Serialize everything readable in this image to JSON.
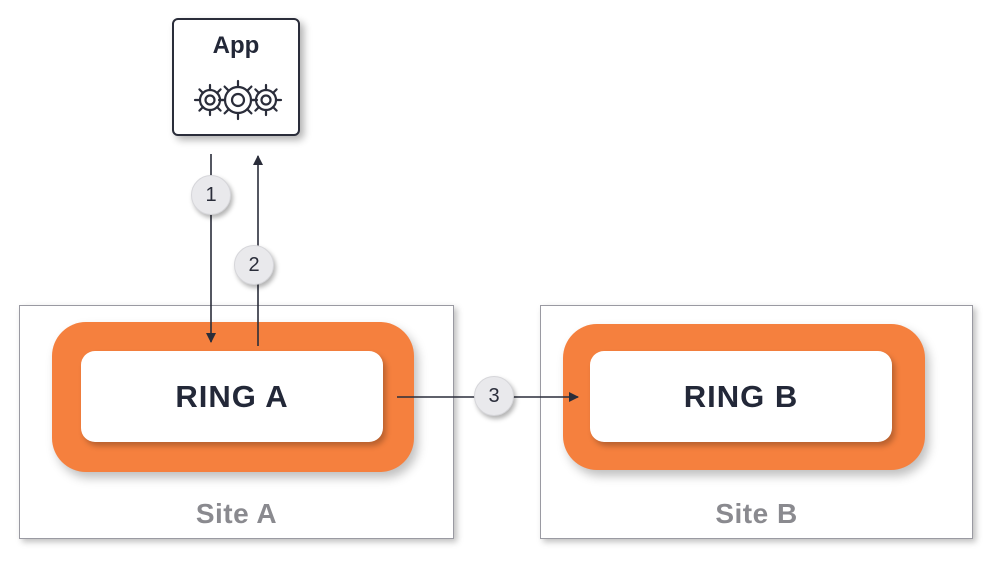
{
  "app": {
    "title": "App",
    "icon": "gears-icon"
  },
  "site_a": {
    "label": "Site A",
    "ring_label": "RING A"
  },
  "site_b": {
    "label": "Site B",
    "ring_label": "RING B"
  },
  "steps": [
    "1",
    "2",
    "3"
  ],
  "colors": {
    "ring": "#f5803e",
    "ring_inner": "#ffffff",
    "text_dark": "#232838",
    "site_label": "#8a8a8f",
    "step_badge": "#e9e9ec",
    "line": "#2a2d3a"
  }
}
